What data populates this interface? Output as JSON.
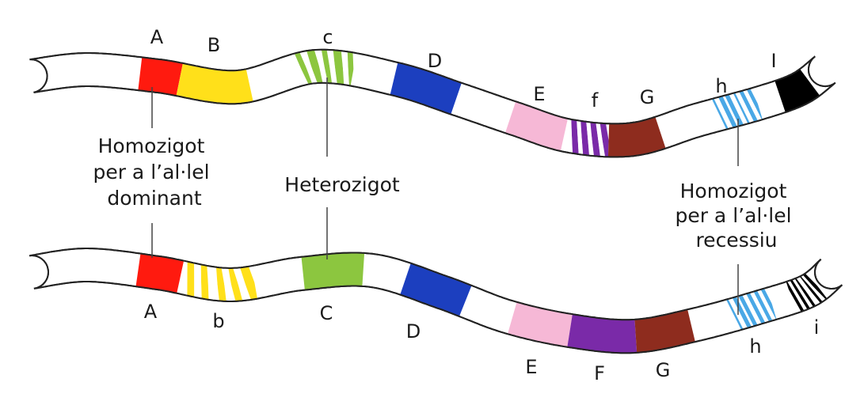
{
  "colors": {
    "outline": "#222222",
    "leader": "#444444",
    "red": "#ff1a0f",
    "yellow": "#ffe01a",
    "green": "#8cc63f",
    "blue": "#1c3fbf",
    "pink": "#f6b8d6",
    "purple": "#7a2aa8",
    "brown": "#8e2c1e",
    "lightblue": "#4aa8e6",
    "black": "#000000"
  },
  "chromosomes": [
    {
      "id": "top",
      "genes": [
        {
          "label": "A",
          "color": "red",
          "pattern": "solid"
        },
        {
          "label": "B",
          "color": "yellow",
          "pattern": "solid"
        },
        {
          "label": "c",
          "color": "green",
          "pattern": "stripes"
        },
        {
          "label": "D",
          "color": "blue",
          "pattern": "solid"
        },
        {
          "label": "E",
          "color": "pink",
          "pattern": "solid"
        },
        {
          "label": "f",
          "color": "purple",
          "pattern": "stripes"
        },
        {
          "label": "G",
          "color": "brown",
          "pattern": "solid"
        },
        {
          "label": "h",
          "color": "lightblue",
          "pattern": "stripes"
        },
        {
          "label": "I",
          "color": "black",
          "pattern": "solid"
        }
      ]
    },
    {
      "id": "bottom",
      "genes": [
        {
          "label": "A",
          "color": "red",
          "pattern": "solid"
        },
        {
          "label": "b",
          "color": "yellow",
          "pattern": "stripes"
        },
        {
          "label": "C",
          "color": "green",
          "pattern": "solid"
        },
        {
          "label": "D",
          "color": "blue",
          "pattern": "solid"
        },
        {
          "label": "E",
          "color": "pink",
          "pattern": "solid"
        },
        {
          "label": "F",
          "color": "purple",
          "pattern": "solid"
        },
        {
          "label": "G",
          "color": "brown",
          "pattern": "solid"
        },
        {
          "label": "h",
          "color": "lightblue",
          "pattern": "stripes"
        },
        {
          "label": "i",
          "color": "black",
          "pattern": "stripes"
        }
      ]
    }
  ],
  "annotations": {
    "homozygous_dominant": [
      "Homozigot",
      "per a l’al·lel",
      "dominant"
    ],
    "heterozygous": [
      "Heterozigot"
    ],
    "homozygous_recessive": [
      "Homozigot",
      "per a l’al·lel",
      "recessiu"
    ]
  }
}
